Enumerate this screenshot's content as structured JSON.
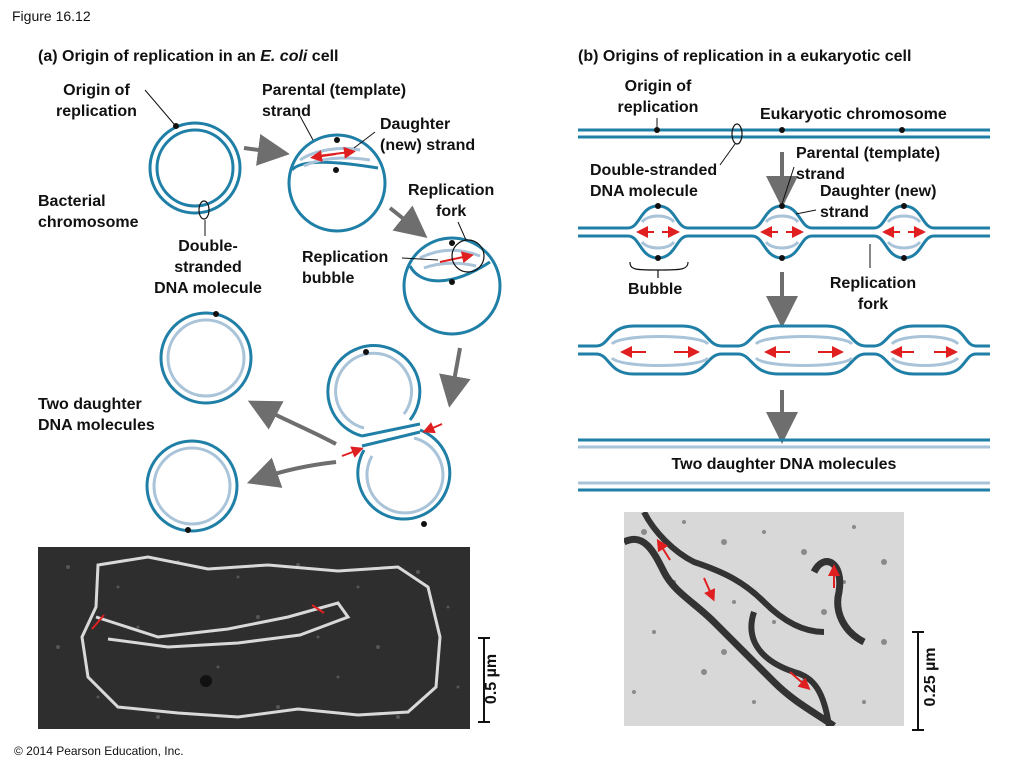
{
  "figure_label": "Figure 16.12",
  "panel_a": {
    "title_prefix": "(a) Origin of replication in an ",
    "title_italic": "E. coli",
    "title_suffix": " cell",
    "labels": {
      "origin_line1": "Origin of",
      "origin_line2": "replication",
      "parental_line1": "Parental (template)",
      "parental_line2": "strand",
      "daughter_line1": "Daughter",
      "daughter_line2": "(new) strand",
      "bacterial_line1": "Bacterial",
      "bacterial_line2": "chromosome",
      "fork_line1": "Replication",
      "fork_line2": "fork",
      "bubble_line1": "Replication",
      "bubble_line2": "bubble",
      "dsdna_line1": "Double-",
      "dsdna_line2": "stranded",
      "dsdna_line3": "DNA molecule",
      "two_daughter_line1": "Two daughter",
      "two_daughter_line2": "DNA molecules"
    },
    "scale_bar": "0.5 µm"
  },
  "panel_b": {
    "title": "(b) Origins of replication in a eukaryotic cell",
    "labels": {
      "origin_line1": "Origin of",
      "origin_line2": "replication",
      "eukaryotic": "Eukaryotic chromosome",
      "parental_line1": "Parental (template)",
      "parental_line2": "strand",
      "dsdna_line1": "Double-stranded",
      "dsdna_line2": "DNA molecule",
      "daughter_line1": "Daughter (new)",
      "daughter_line2": "strand",
      "bubble": "Bubble",
      "fork_line1": "Replication",
      "fork_line2": "fork",
      "two_daughter": "Two daughter DNA molecules"
    },
    "scale_bar": "0.25 µm"
  },
  "copyright": "© 2014 Pearson Education, Inc.",
  "colors": {
    "parental": "#1f7fa6",
    "daughter": "#a9c3d9",
    "arrow_red": "#e02020",
    "process_arrow": "#6e6e6e"
  }
}
